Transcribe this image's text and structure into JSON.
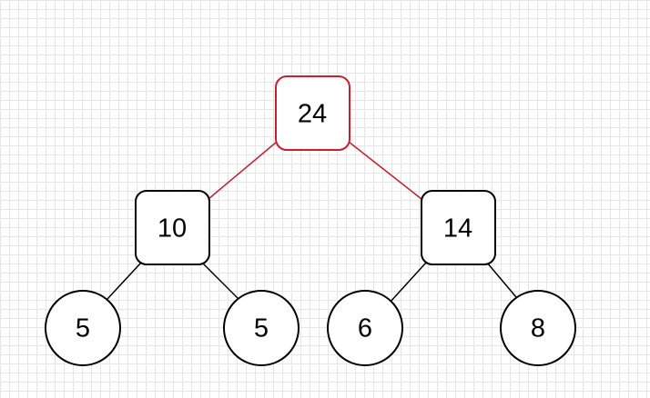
{
  "diagram": {
    "nodes": [
      {
        "id": "root",
        "label": "24",
        "shape": "rounded-square"
      },
      {
        "id": "left",
        "label": "10",
        "shape": "rounded-square"
      },
      {
        "id": "right",
        "label": "14",
        "shape": "rounded-square"
      },
      {
        "id": "leaf1",
        "label": "5",
        "shape": "circle"
      },
      {
        "id": "leaf2",
        "label": "5",
        "shape": "circle"
      },
      {
        "id": "leaf3",
        "label": "6",
        "shape": "circle"
      },
      {
        "id": "leaf4",
        "label": "8",
        "shape": "circle"
      }
    ],
    "edges": [
      {
        "from": "root",
        "to": "left"
      },
      {
        "from": "root",
        "to": "right"
      },
      {
        "from": "left",
        "to": "leaf1"
      },
      {
        "from": "left",
        "to": "leaf2"
      },
      {
        "from": "right",
        "to": "leaf3"
      },
      {
        "from": "right",
        "to": "leaf4"
      }
    ],
    "colors": {
      "highlight": "#c8202f",
      "stroke": "#000000",
      "fill": "#ffffff"
    }
  }
}
